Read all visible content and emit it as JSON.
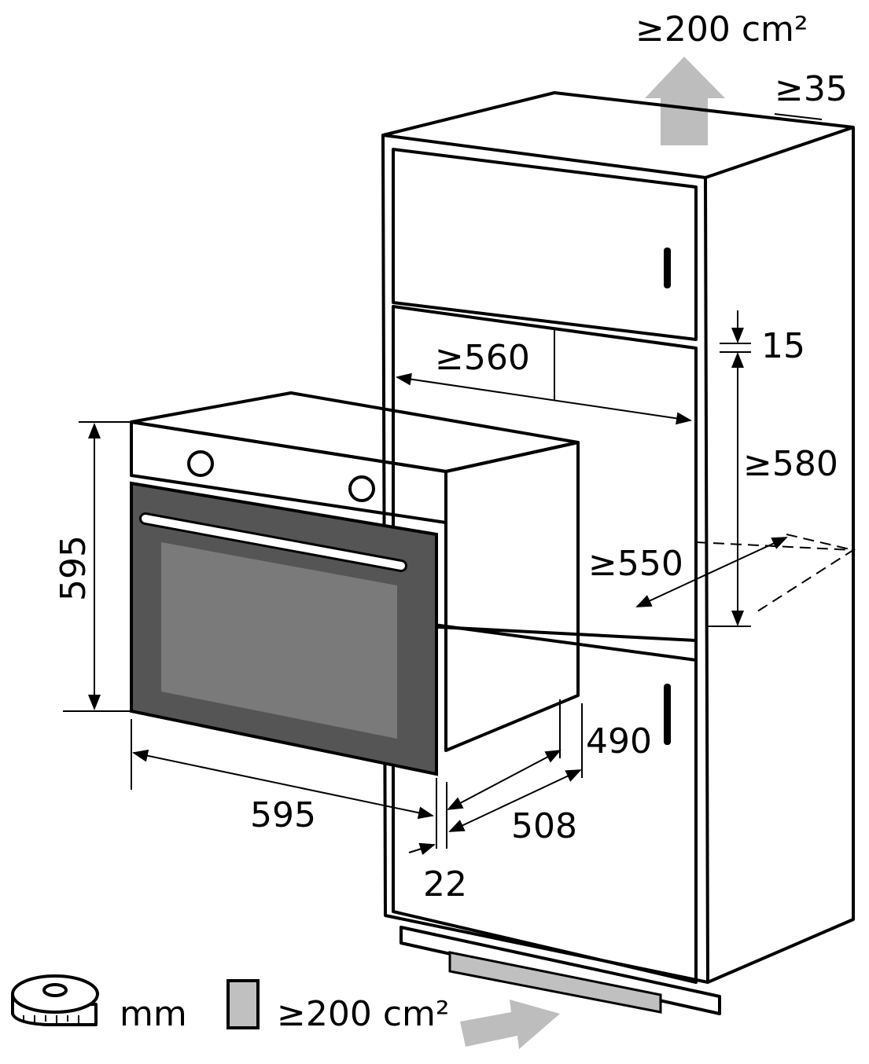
{
  "title_vent_top": "≥200 cm²",
  "dimensions": {
    "top_gap": "≥35",
    "niche_width": "≥560",
    "gap_15": "15",
    "niche_height": "≥580",
    "niche_depth": "≥550",
    "oven_height": "595",
    "oven_width": "595",
    "oven_depth": "508",
    "body_depth": "490",
    "front_offset": "22"
  },
  "legend": {
    "unit": "mm",
    "vent_area": "≥200 cm²"
  },
  "colors": {
    "vent": "#c0c0c0",
    "door": "#555555",
    "window": "#7a7a7a"
  }
}
